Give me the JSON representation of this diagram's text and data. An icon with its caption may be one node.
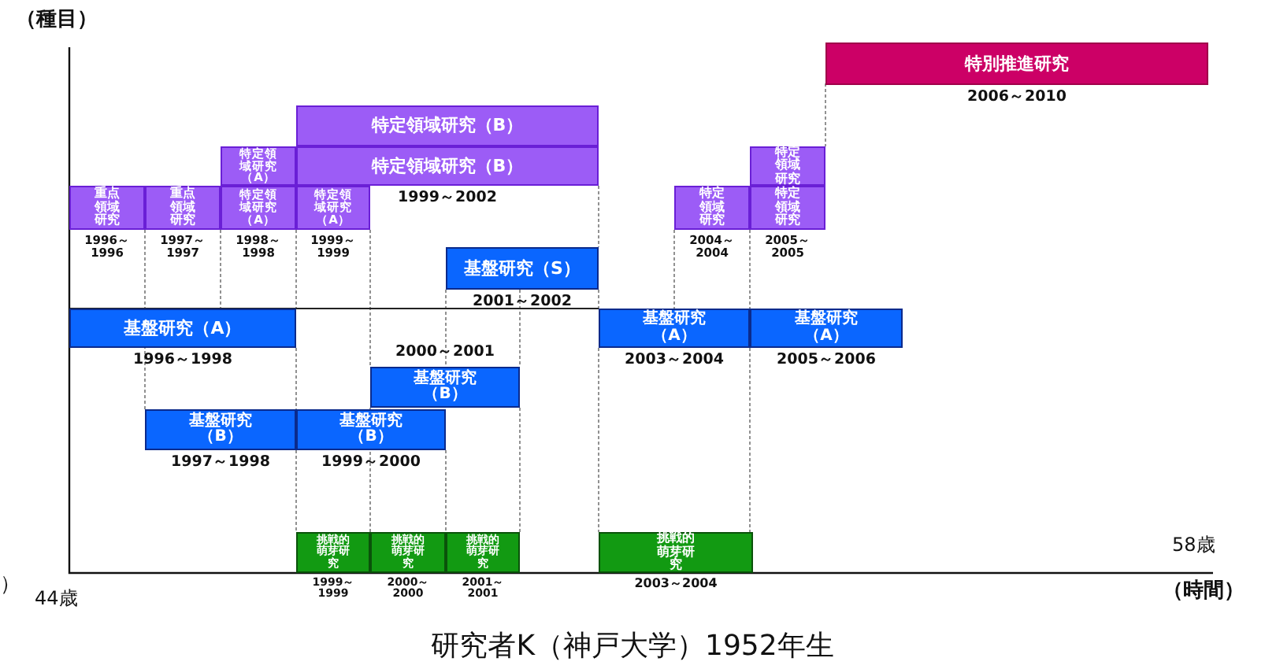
{
  "diagram": {
    "caption": "研究者K（神戸大学）1952年生",
    "nodes": [
      {
        "text": [
          "特別推進研究"
        ],
        "beside": [
          "2006～2010"
        ]
      },
      {
        "text": [
          "特定領域研究（B）"
        ]
      },
      {
        "text": [
          "特定領域研究（A）"
        ]
      },
      {
        "text": [
          "特定領域研究（B）"
        ],
        "beside": [
          "1999～2002"
        ]
      },
      {
        "text": [
          "特定領域研究"
        ]
      },
      {
        "text": [
          "重点領域研究"
        ],
        "beside": [
          "1996～1996"
        ]
      },
      {
        "text": [
          "重点領域研究"
        ],
        "beside": [
          "1997～1997"
        ]
      },
      {
        "text": [
          "特定領域研究（A）"
        ],
        "beside": [
          "1998～1998"
        ]
      },
      {
        "text": [
          "特定領域研究（A）"
        ],
        "beside": [
          "1999～1999"
        ]
      },
      {
        "text": [
          "特定領域研究"
        ],
        "beside": [
          "2004～2004"
        ]
      },
      {
        "text": [
          "特定領域研究"
        ],
        "beside": [
          "2005～2005"
        ]
      },
      {
        "text": [
          "基盤研究（S）"
        ],
        "beside": [
          "2001～2002"
        ]
      },
      {
        "text": [
          "基盤研究（A）"
        ],
        "beside": [
          "1996～1998"
        ]
      },
      {
        "text": [
          "基盤研究（A）"
        ],
        "beside": [
          "2003～2004"
        ]
      },
      {
        "text": [
          "基盤研究（A）"
        ],
        "beside": [
          "2005～2006"
        ]
      },
      {
        "text": [
          "基盤研究（B）"
        ],
        "beside": [
          "2000～2001"
        ]
      },
      {
        "text": [
          "基盤研究（B）"
        ],
        "beside": [
          "1997～1998"
        ]
      },
      {
        "text": [
          "基盤研究（B）"
        ],
        "beside": [
          "1999～2000"
        ]
      },
      {
        "text": [
          "挑戦的萌芽研究"
        ],
        "beside": [
          "1999～1999"
        ]
      },
      {
        "text": [
          "挑戦的萌芽研究"
        ],
        "beside": [
          "2000～2000"
        ]
      },
      {
        "text": [
          "挑戦的萌芽研究"
        ],
        "beside": [
          "2001～2001"
        ]
      },
      {
        "text": [
          "挑戦的萌芽研究"
        ],
        "beside": [
          "2003～2004"
        ]
      }
    ],
    "labels": [
      "（種目）",
      "58歳",
      "）",
      "44歳",
      "（時間）"
    ]
  }
}
